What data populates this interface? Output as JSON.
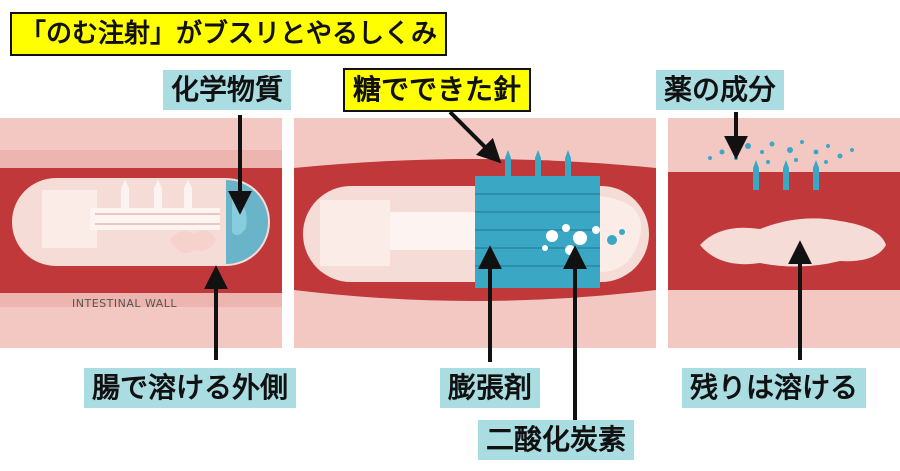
{
  "title": "「のむ注射」がブスリとやるしくみ",
  "labels": {
    "chemical": "化学物質",
    "sugar_needle": "糖でできた針",
    "medicine": "薬の成分",
    "outer_shell": "腸で溶ける外側",
    "expander": "膨張剤",
    "co2": "二酸化炭素",
    "remainder": "残りは溶ける"
  },
  "wall_label": "INTESTINAL WALL",
  "colors": {
    "intestine_red": "#c0383a",
    "wall_pink": "#f3c8c2",
    "capsule_pink": "#f6dcd6",
    "teal": "#3aa7c4",
    "label_teal_bg": "#a9dde2",
    "highlight_yellow": "#ffff00"
  }
}
